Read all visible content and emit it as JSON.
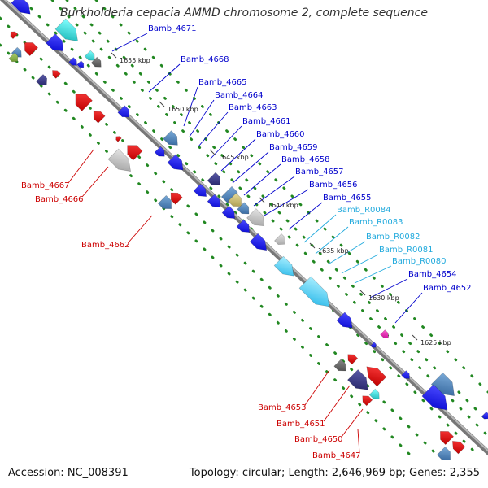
{
  "header": {
    "title": "Burkholderia cepacia AMMD chromosome 2, complete sequence"
  },
  "footer": {
    "accession": "Accession: NC_008391",
    "summary": "Topology: circular; Length: 2,646,969 bp; Genes: 2,355"
  },
  "colors": {
    "backbone": "#8a8a8a",
    "forward_label": "#0000cc",
    "forward_label_rna": "#22aadd",
    "reverse_label": "#cc0000",
    "tick_dot": "#228822"
  },
  "ticks": [
    {
      "label": "1655 kbp"
    },
    {
      "label": "1650 kbp"
    },
    {
      "label": "1645 kbp"
    },
    {
      "label": "1640 kbp"
    },
    {
      "label": "1635 kbp"
    },
    {
      "label": "1630 kbp"
    },
    {
      "label": "1625 kbp"
    }
  ],
  "forward_genes": [
    {
      "name": "Bamb_4671"
    },
    {
      "name": "Bamb_4668"
    },
    {
      "name": "Bamb_4665"
    },
    {
      "name": "Bamb_4664"
    },
    {
      "name": "Bamb_4663"
    },
    {
      "name": "Bamb_4661"
    },
    {
      "name": "Bamb_4660"
    },
    {
      "name": "Bamb_4659"
    },
    {
      "name": "Bamb_4658"
    },
    {
      "name": "Bamb_4657"
    },
    {
      "name": "Bamb_4656"
    },
    {
      "name": "Bamb_4655"
    },
    {
      "name": "Bamb_R0084"
    },
    {
      "name": "Bamb_R0083"
    },
    {
      "name": "Bamb_R0082"
    },
    {
      "name": "Bamb_R0081"
    },
    {
      "name": "Bamb_R0080"
    },
    {
      "name": "Bamb_4654"
    },
    {
      "name": "Bamb_4652"
    }
  ],
  "reverse_genes": [
    {
      "name": "Bamb_4667"
    },
    {
      "name": "Bamb_4666"
    },
    {
      "name": "Bamb_4662"
    },
    {
      "name": "Bamb_4653"
    },
    {
      "name": "Bamb_4651"
    },
    {
      "name": "Bamb_4650"
    },
    {
      "name": "Bamb_4647"
    }
  ]
}
